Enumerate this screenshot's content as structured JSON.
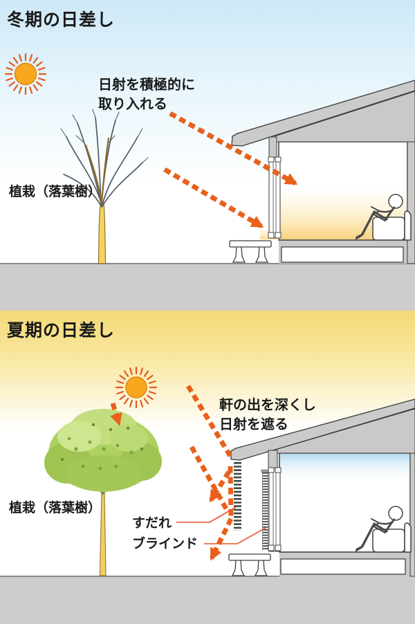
{
  "diagram": {
    "winter": {
      "title": "冬期の日差し",
      "annotation": {
        "line1": "日射を積極的に",
        "line2": "取り入れる"
      },
      "tree_label": "植栽（落葉樹）"
    },
    "summer": {
      "title": "夏期の日差し",
      "annotation": {
        "line1": "軒の出を深くし",
        "line2": "日射を遮る"
      },
      "tree_label": "植栽（落葉樹）",
      "sudare_label": "すだれ",
      "blind_label": "ブラインド"
    },
    "colors": {
      "arrow_orange": "#e8611c",
      "leader_red": "#e8502a",
      "sun_disc": "#f7a81f",
      "sun_rays": "#e25a1b",
      "winter_sky": "#cde8f7",
      "summer_sky_band": "#f4d976",
      "ground_gray": "#cdcdcd",
      "warm_floor_glow": "#fad280",
      "cool_interior": "#b2d9ef",
      "foliage_green": "#aed162",
      "trunk_yellow": "#f0d060"
    }
  }
}
